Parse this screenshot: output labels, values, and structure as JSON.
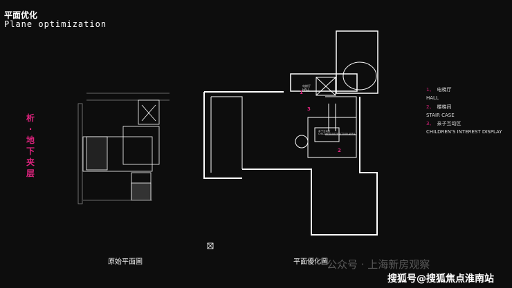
{
  "header": {
    "title_cn": "平面优化",
    "title_en": "Plane optimization"
  },
  "side_label": [
    "析",
    "·",
    "地",
    "下",
    "夹",
    "层"
  ],
  "captions": {
    "original": "原始平面圖",
    "optimized": "平面優化圖"
  },
  "legend": [
    {
      "num": "1、",
      "cn": "电梯厅",
      "en": "HALL"
    },
    {
      "num": "2、",
      "cn": "楼梯间",
      "en": "STAIR CASE"
    },
    {
      "num": "3、",
      "cn": "亲子互动区",
      "en": "CHILDREN'S INTEREST DISPLAY"
    }
  ],
  "plan_labels": {
    "hall_cn": "电梯厅",
    "hall_en": "HALL",
    "area_cn": "亲子互动区",
    "area_en": "CHILDREN INTERACTION AREA",
    "n1": "1",
    "n2": "2",
    "n3": "3"
  },
  "watermarks": {
    "wechat": "公众号 · 上海新房观察",
    "sohu": "搜狐号@搜狐焦点淮南站"
  },
  "colors": {
    "accent": "#e0237f",
    "background": "#0d0d0d",
    "line": "#ffffff"
  }
}
